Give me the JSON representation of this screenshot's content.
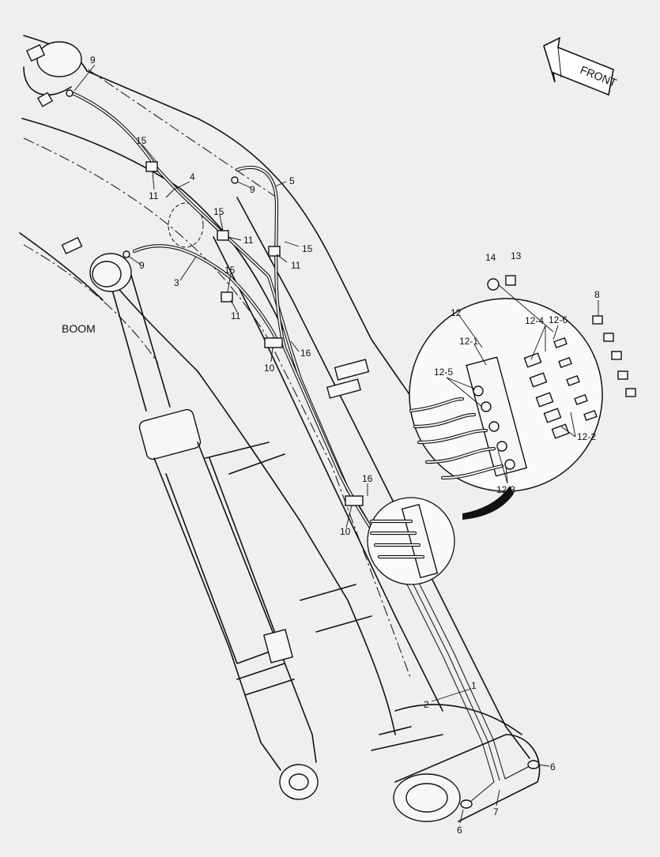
{
  "front_label": "FRONT",
  "boom_label": "BOOM",
  "callouts": {
    "c1": "1",
    "c2": "2",
    "c3": "3",
    "c4": "4",
    "c5": "5",
    "c6a": "6",
    "c6b": "6",
    "c7": "7",
    "c8": "8",
    "c9a": "9",
    "c9b": "9",
    "c9c": "9",
    "c10a": "10",
    "c10b": "10",
    "c11a": "11",
    "c11b": "11",
    "c11c": "11",
    "c11d": "11",
    "c12": "12",
    "c12_1": "12-1",
    "c12_2": "12-2",
    "c12_3": "12-3",
    "c12_4": "12-4",
    "c12_5": "12-5",
    "c12_6": "12-6",
    "c13": "13",
    "c14": "14",
    "c15a": "15",
    "c15b": "15",
    "c15c": "15",
    "c15d": "15",
    "c16a": "16",
    "c16b": "16"
  }
}
